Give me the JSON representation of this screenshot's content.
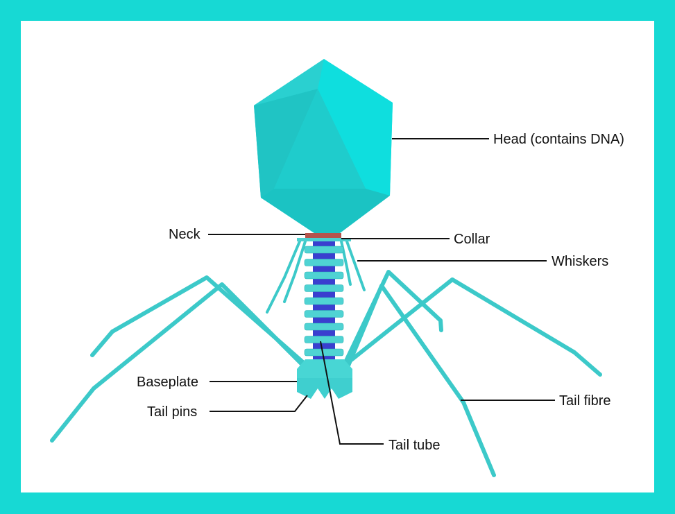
{
  "labels": {
    "head": "Head (contains DNA)",
    "neck": "Neck",
    "collar": "Collar",
    "whiskers": "Whiskers",
    "baseplate": "Baseplate",
    "tail_pins": "Tail pins",
    "tail_fibre": "Tail fibre",
    "tail_tube": "Tail tube"
  },
  "colors": {
    "border": "#17d9d4",
    "capsid": "#22d3d3",
    "tube": "#3a3fcf",
    "collar": "#b5544c"
  }
}
